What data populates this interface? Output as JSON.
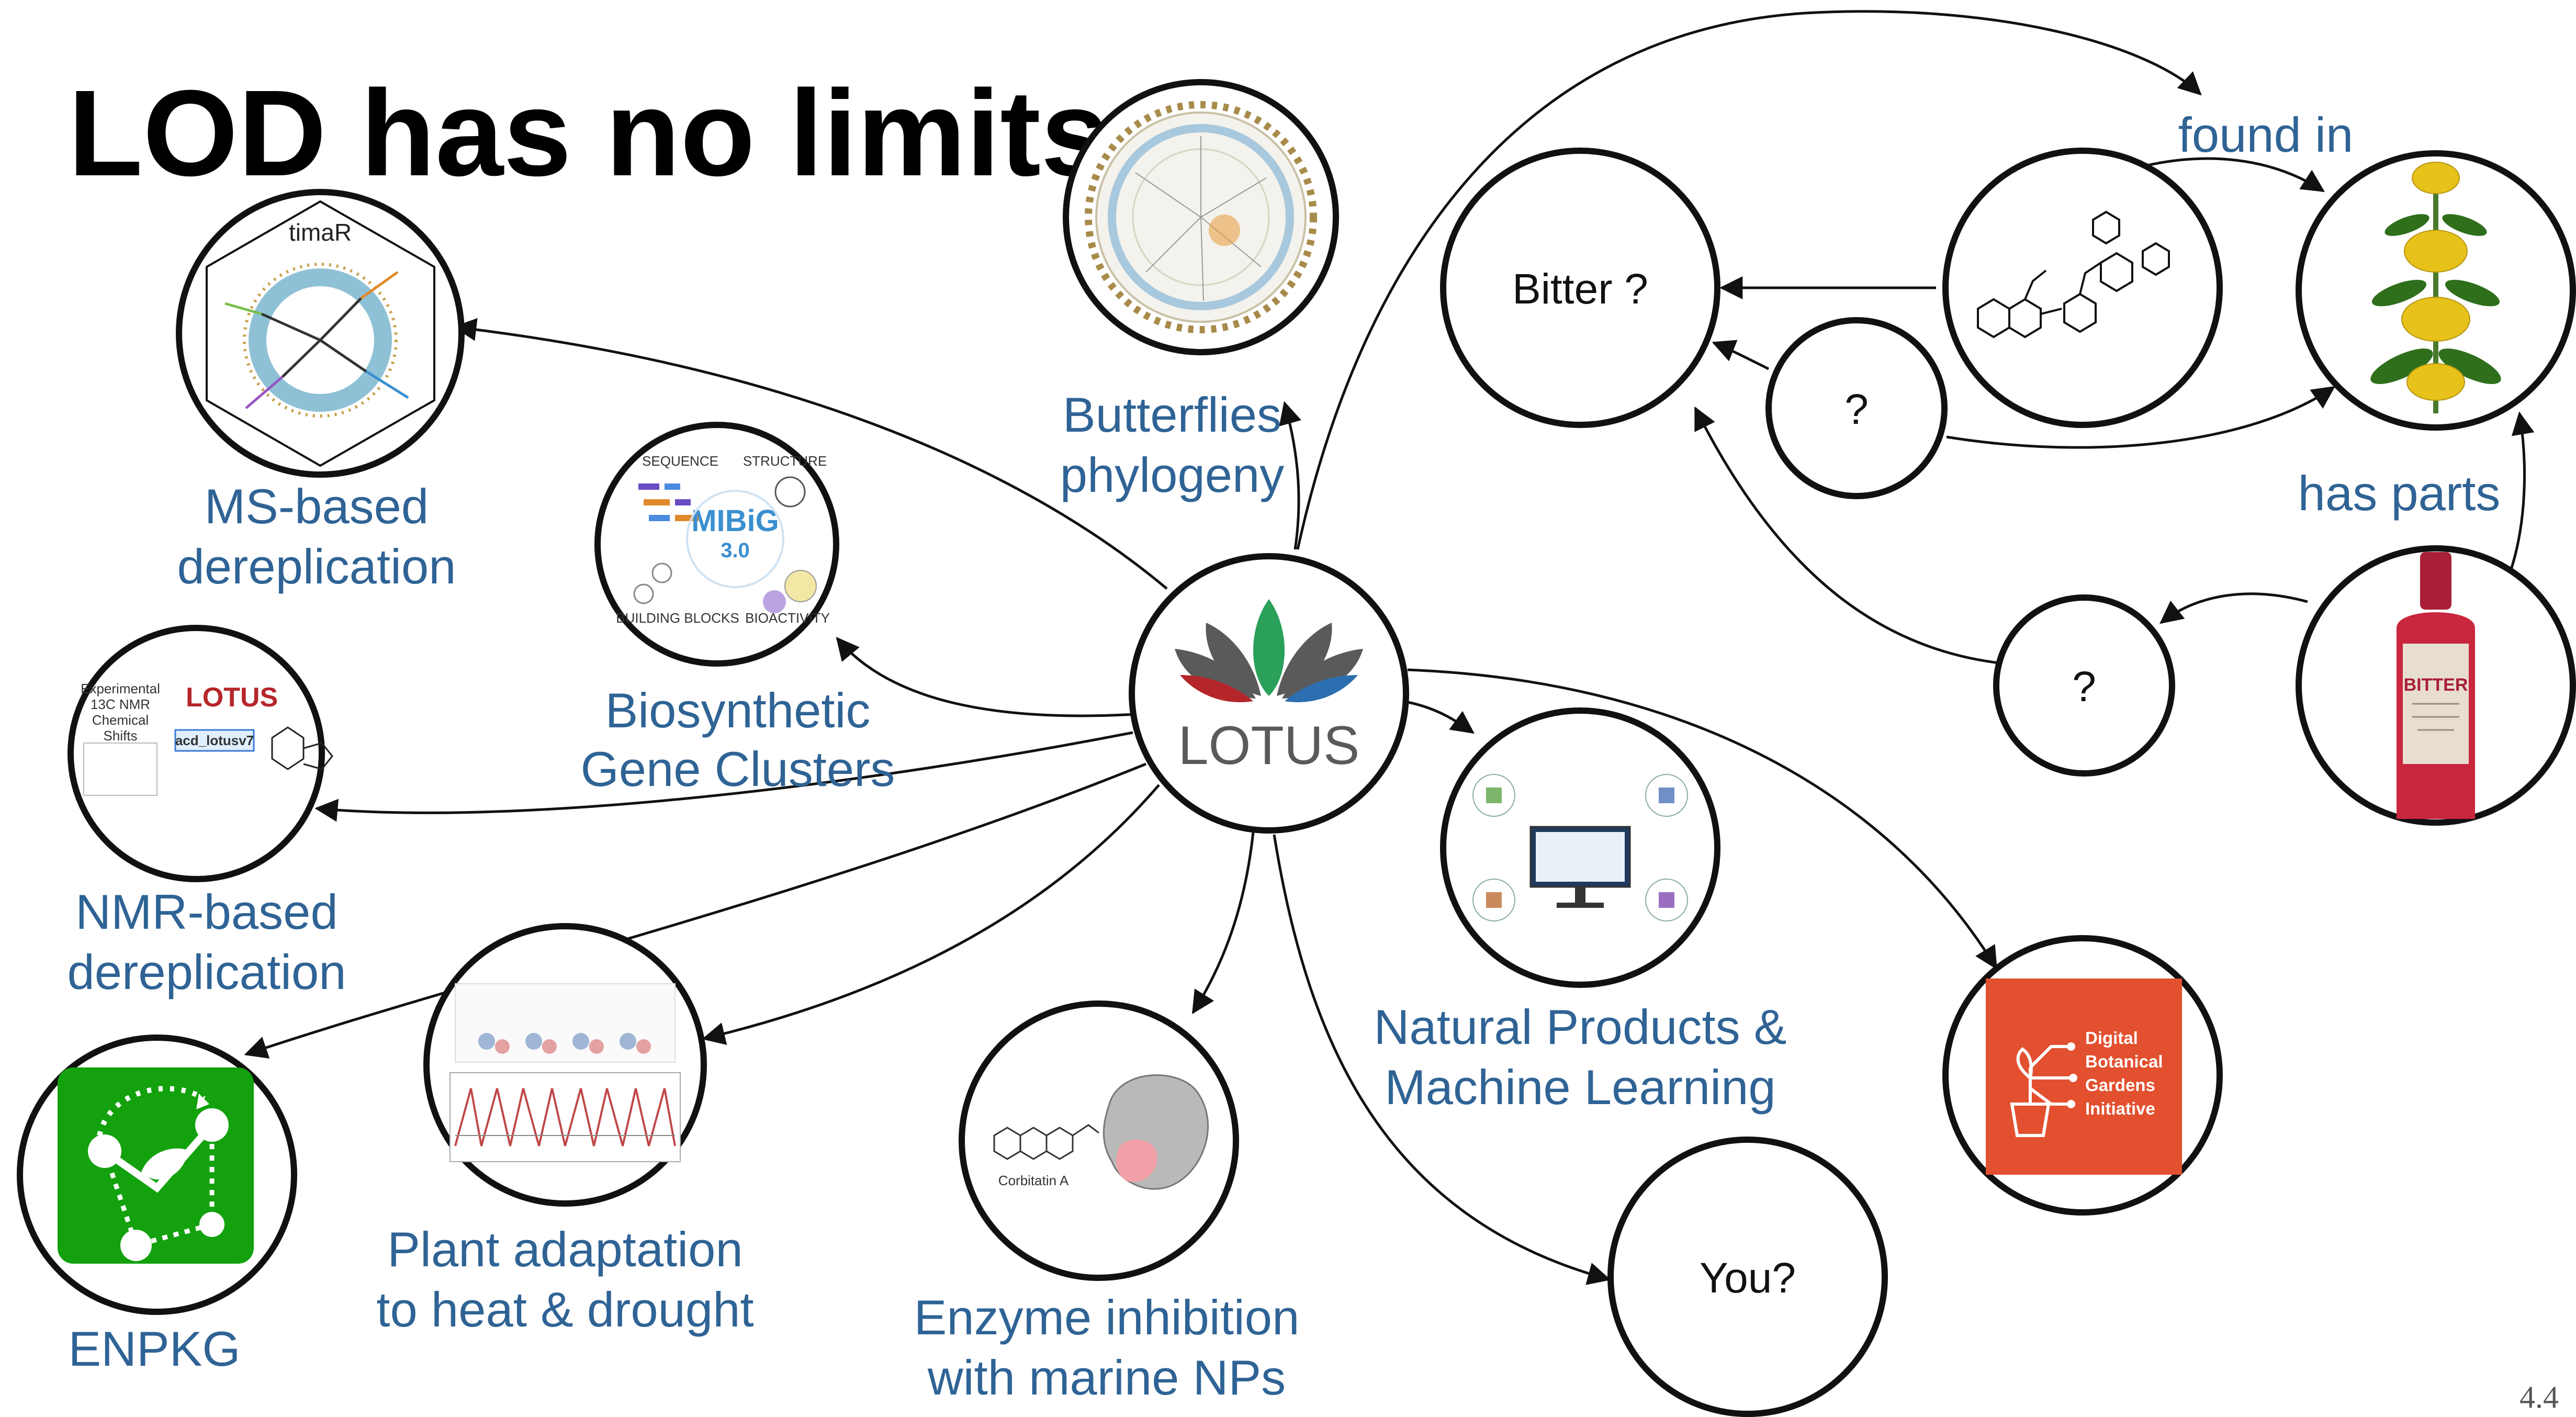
{
  "title": "LOD has no limits",
  "page_number": "4.4",
  "hub": {
    "name": "LOTUS"
  },
  "labels": {
    "ms": [
      "MS-based",
      "dereplication"
    ],
    "nmr": [
      "NMR-based",
      "dereplication"
    ],
    "enpkg": [
      "ENPKG"
    ],
    "mibig": [
      "Biosynthetic",
      "Gene Clusters"
    ],
    "butterflies": [
      "Butterflies",
      "phylogeny"
    ],
    "plant": [
      "Plant adaptation",
      "to heat & drought"
    ],
    "enzyme": [
      "Enzyme inhibition",
      "with marine NPs"
    ],
    "npml": [
      "Natural Products &",
      "Machine Learning"
    ],
    "found_in": "found in",
    "has_parts": "has parts"
  },
  "nodes": {
    "bitter": "Bitter ?",
    "q1": "?",
    "q2": "?",
    "you": "You?"
  },
  "thumbnails": {
    "timar": "timaR",
    "lotusv7": "acd_lotusv7",
    "mibig": "MIBiG",
    "mibig_version": "3.0",
    "mibig_sequence": "SEQUENCE",
    "mibig_structure": "STRUCTURE",
    "mibig_blocks": "BUILDING BLOCKS",
    "mibig_bioactivity": "BIOACTIVITY",
    "dbgi": [
      "Digital",
      "Botanical",
      "Gardens",
      "Initiative"
    ],
    "bottle": "BITTER",
    "compound_caption": "Corbitatin A",
    "nmr_caption": [
      "Experimental",
      "13C NMR",
      "Chemical",
      "Shifts"
    ]
  },
  "colors": {
    "label_blue": "#2f6395",
    "enpkg_green": "#13a10e",
    "dbgi_orange": "#e2502f",
    "lotus_red": "#b5262a",
    "lotus_green": "#2aa05a",
    "lotus_blue": "#2c6fb0",
    "lotus_grey": "#5a5a5a"
  }
}
